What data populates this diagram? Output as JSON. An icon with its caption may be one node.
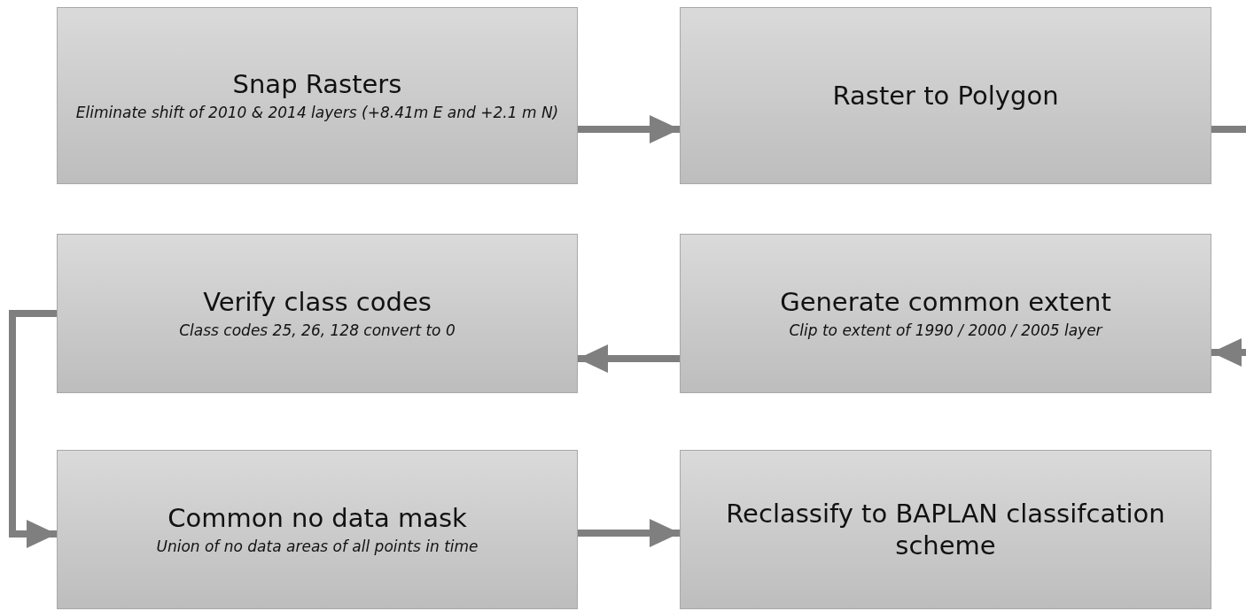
{
  "diagram": {
    "nodes": [
      {
        "text": [
          "Snap Rasters",
          "Eliminate shift of 2010 & 2014 layers (+8.41m E and +2.1 m N)"
        ]
      },
      {
        "text": [
          "Raster to Polygon"
        ]
      },
      {
        "text": [
          "Verify class codes",
          "Class codes 25, 26, 128 convert to 0"
        ]
      },
      {
        "text": [
          "Generate common extent",
          "Clip to extent of 1990 / 2000 / 2005 layer"
        ]
      },
      {
        "text": [
          "Common no data mask",
          "Union of no data areas of all points in time"
        ]
      },
      {
        "text": [
          "Reclassify to BAPLAN classifcation scheme"
        ]
      }
    ],
    "edges": [
      {
        "from": 0,
        "to": 1,
        "arrow": "to"
      },
      {
        "from": 1,
        "to": null,
        "arrow": "none"
      },
      {
        "from": null,
        "to": 3,
        "arrow": "to"
      },
      {
        "from": 3,
        "to": 2,
        "arrow": "to"
      },
      {
        "from": 2,
        "to": 4,
        "arrow": "to"
      },
      {
        "from": 4,
        "to": 5,
        "arrow": "to"
      }
    ]
  }
}
